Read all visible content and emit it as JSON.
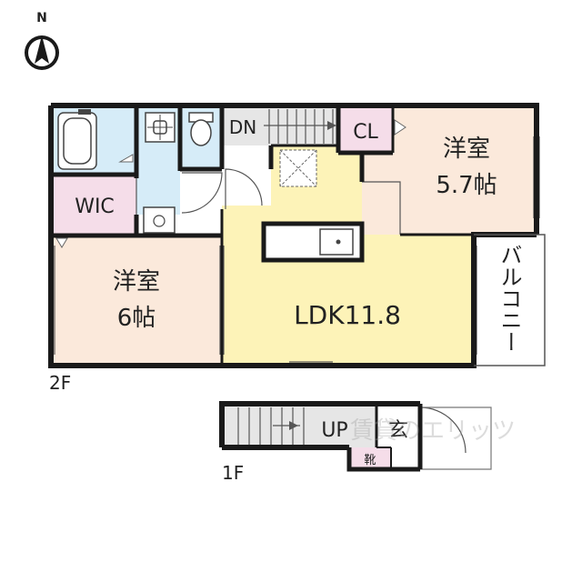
{
  "compass": {
    "label": "N"
  },
  "floor2": {
    "label": "2F",
    "rooms": {
      "western_room_left": {
        "name": "洋室",
        "size": "6帖"
      },
      "western_room_right": {
        "name": "洋室",
        "size": "5.7帖"
      },
      "ldk": {
        "label": "LDK11.8"
      },
      "wic": {
        "label": "WIC"
      },
      "closet": {
        "label": "CL"
      },
      "stairs_down": {
        "label": "DN"
      },
      "balcony": {
        "label": "バルコニー"
      }
    }
  },
  "floor1": {
    "label": "1F",
    "rooms": {
      "stairs_up": {
        "label": "UP"
      },
      "entrance": {
        "label": "玄"
      },
      "shoe_box": {
        "label": "靴"
      }
    }
  },
  "watermark": {
    "text": "賃貸のエリッツ"
  },
  "colors": {
    "western_room": "#fbe9db",
    "ldk": "#fdf3b8",
    "wet_area": "#d6ecf8",
    "storage": "#f5dde9",
    "hall": "#e6e6e6",
    "wall": "#1a1a1a"
  }
}
